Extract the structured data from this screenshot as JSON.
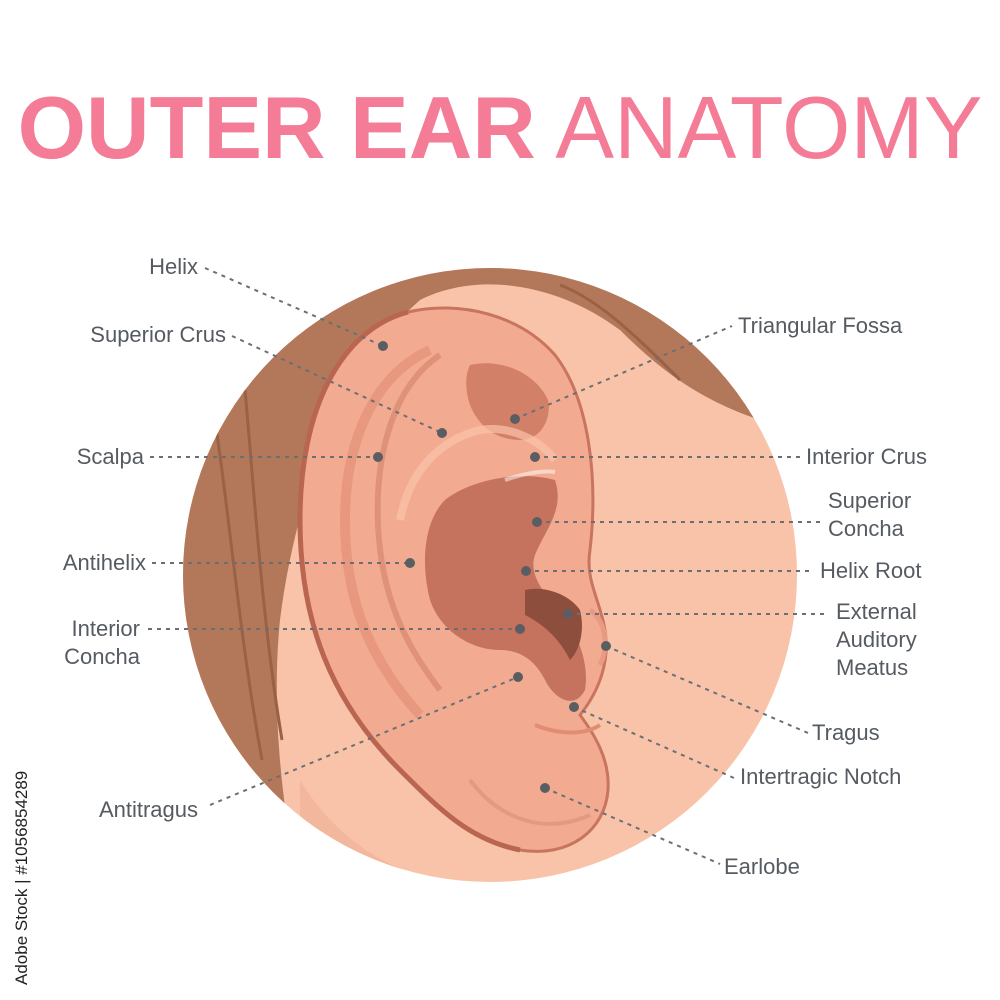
{
  "title": {
    "part1": "OUTER EAR",
    "part2": "ANATOMY",
    "color": "#f47c97"
  },
  "colors": {
    "skin": "#f9c3aa",
    "skin_dark": "#e3967e",
    "inner": "#c5735f",
    "hair": "#b3785a",
    "hair_dark": "#9a6145"
  },
  "labels": {
    "helix": "Helix",
    "superior_crus": "Superior Crus",
    "scalpa": "Scalpa",
    "antihelix": "Antihelix",
    "interior_concha_1": "Interior",
    "interior_concha_2": "Concha",
    "antitragus": "Antitragus",
    "triangular_fossa": "Triangular Fossa",
    "interior_crus": "Interior Crus",
    "superior_concha_1": "Superior",
    "superior_concha_2": "Concha",
    "helix_root": "Helix Root",
    "eam_1": "External",
    "eam_2": "Auditory",
    "eam_3": "Meatus",
    "tragus": "Tragus",
    "intertragic_notch": "Intertragic Notch",
    "earlobe": "Earlobe"
  },
  "watermark": "Adobe Stock | #1056854289"
}
